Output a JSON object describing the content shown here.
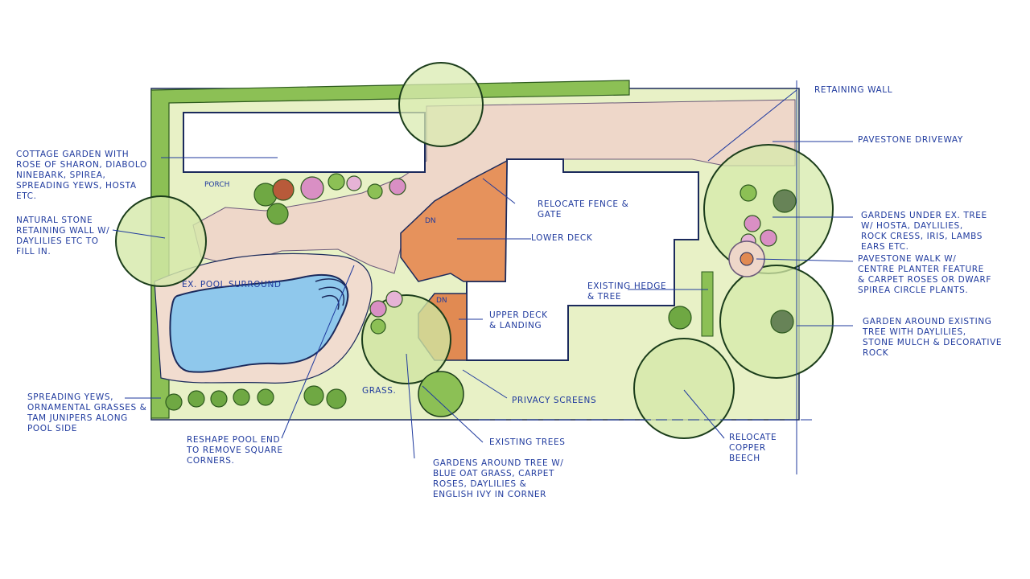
{
  "notes": {
    "retaining_wall": "Retaining wall",
    "pavestone_driveway": "Pavestone driveway",
    "cottage_garden": "Cottage garden with\nrose of sharon, diabolo\nninebark, spirea,\nspreading yews, hosta\netc.",
    "natural_stone": "Natural stone\nretaining wall w/\ndaylilies etc to\nfill in.",
    "porch": "Porch",
    "relocate_fence": "Relocate fence &\ngate",
    "lower_deck": "Lower deck",
    "dn_1": "DN",
    "dn_2": "DN",
    "ex_pool_surround": "Ex. pool surround",
    "upper_deck": "Upper deck\n& landing",
    "existing_hedge": "Existing hedge\n& tree",
    "gardens_under_tree": "Gardens under ex. tree\nw/ hosta, daylilies,\nrock cress, iris, lambs\nears etc.",
    "pavestone_walk": "Pavestone walk w/\ncentre planter feature\n& carpet roses or dwarf\nspirea circle plants.",
    "garden_around_tree": "Garden around existing\ntree with daylilies,\nstone mulch & decorative\nrock",
    "grass": "Grass.",
    "spreading_yews": "Spreading yews,\nornamental grasses &\ntam junipers along\npool side",
    "privacy_screens": "Privacy screens",
    "reshape_pool": "Reshape pool end\nto remove square\ncorners.",
    "existing_trees": "Existing trees",
    "gardens_around_tree_blue": "Gardens around tree w/\nblue oat grass, carpet\nroses, daylilies &\nenglish ivy in corner",
    "relocate_beech": "Relocate\ncopper\nbeech"
  },
  "colors": {
    "ink": "#1f3a9e",
    "outline": "#1b2a5c",
    "pool": "#8fc8ec",
    "deck": "#e2905a",
    "paving": "#efd8cc",
    "lawn": "#e6f0c4",
    "hedge": "#7fb347"
  }
}
